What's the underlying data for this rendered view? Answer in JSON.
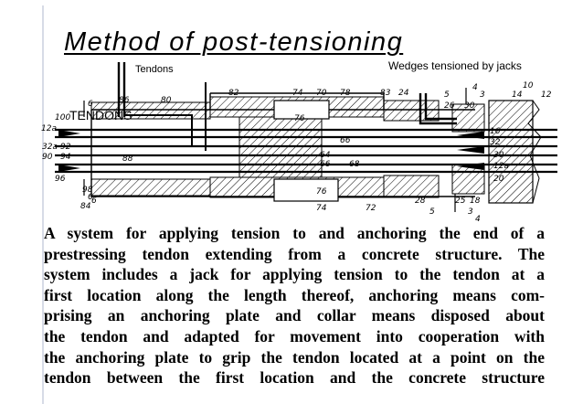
{
  "slide": {
    "title": "Method of post-tensioning ",
    "label_tendons": "Tendons",
    "label_wedges": "Wedges tensioned  by jacks",
    "label_tendons_caps": "TENDONS"
  },
  "figure": {
    "reference_numerals": [
      "10",
      "12",
      "14",
      "12a",
      "4",
      "3",
      "5",
      "6",
      "6",
      "80",
      "82",
      "74",
      "70",
      "78",
      "83",
      "24",
      "26",
      "30",
      "86",
      "100",
      "76",
      "16",
      "66",
      "32",
      "32a",
      "92",
      "90",
      "94",
      "88",
      "64",
      "66",
      "68",
      "30",
      "12a",
      "20",
      "96",
      "98",
      "6",
      "84",
      "76",
      "74",
      "72",
      "28",
      "25",
      "18",
      "5",
      "3",
      "4"
    ]
  },
  "body": {
    "lines": [
      "A system for applying tension to and anchoring the end of a",
      "prestressing tendon extending from a concrete structure. The",
      "system includes a jack for applying tension to the tendon at a",
      "first location along the length thereof, anchoring means com-",
      "prising an anchoring plate and collar means disposed about",
      "the tendon and adapted for movement into cooperation with",
      "the anchoring plate to grip the tendon located at a point on the",
      "tendon between the first location and the concrete structure"
    ]
  }
}
